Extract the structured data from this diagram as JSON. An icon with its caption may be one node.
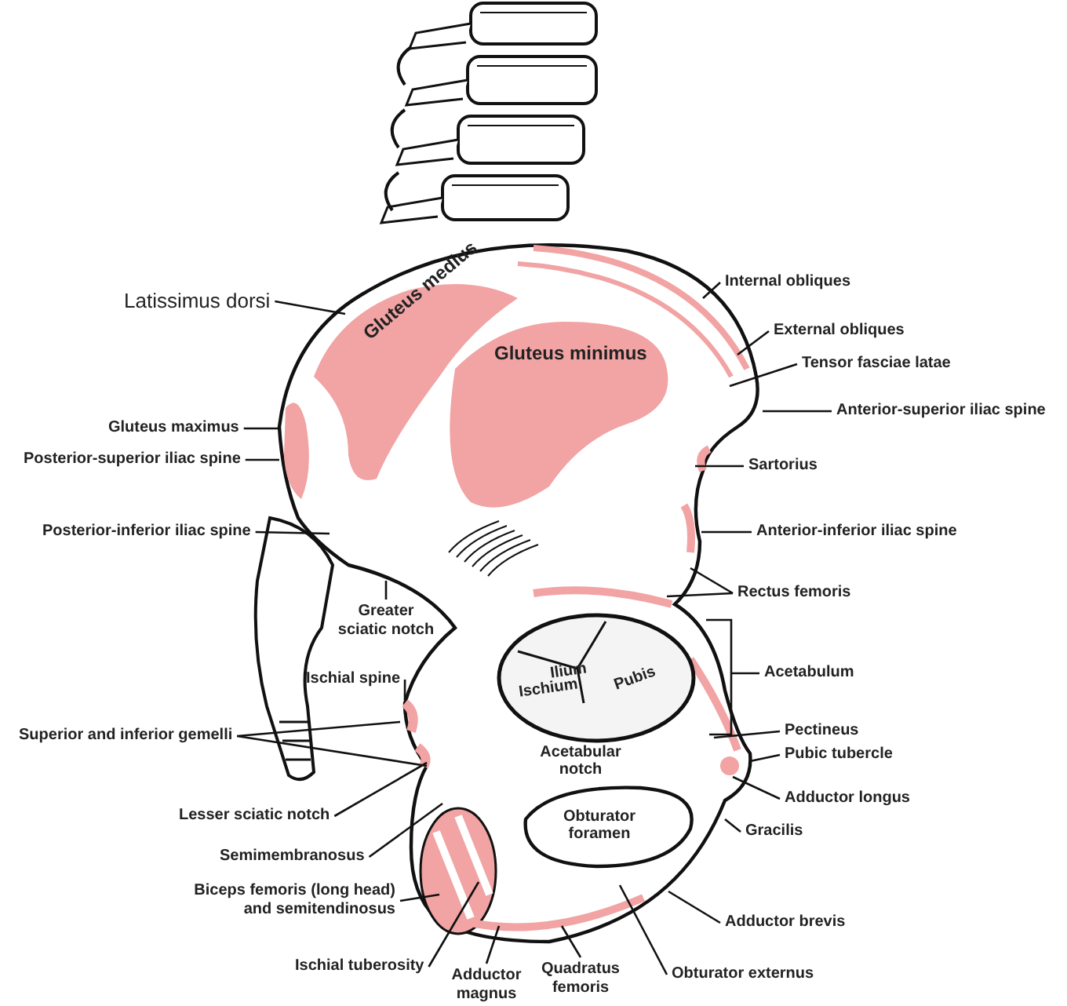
{
  "diagram": {
    "nodes": [
      {
        "text": [
          "Latissimus dorsi"
        ]
      },
      {
        "text": [
          "Internal obliques"
        ]
      },
      {
        "text": [
          "External obliques"
        ]
      },
      {
        "text": [
          "Tensor fasciae latae"
        ]
      },
      {
        "text": [
          "Anterior-superior iliac spine"
        ]
      },
      {
        "text": [
          "Gluteus maximus"
        ]
      },
      {
        "text": [
          "Posterior-superior iliac spine"
        ]
      },
      {
        "text": [
          "Sartorius"
        ]
      },
      {
        "text": [
          "Posterior-inferior iliac spine"
        ]
      },
      {
        "text": [
          "Anterior-inferior iliac spine"
        ]
      },
      {
        "text": [
          "Rectus femoris"
        ]
      },
      {
        "text": [
          "Greater sciatic notch"
        ]
      },
      {
        "text": [
          "Acetabulum"
        ]
      },
      {
        "text": [
          "Ischial spine"
        ]
      },
      {
        "text": [
          "Pectineus"
        ]
      },
      {
        "text": [
          "Superior and inferior gemelli"
        ]
      },
      {
        "text": [
          "Pubic tubercle"
        ]
      },
      {
        "text": [
          "Adductor longus"
        ]
      },
      {
        "text": [
          "Lesser sciatic notch"
        ]
      },
      {
        "text": [
          "Gracilis"
        ]
      },
      {
        "text": [
          "Semimembranosus"
        ]
      },
      {
        "text": [
          "Biceps femoris (long head) and semitendinosus"
        ]
      },
      {
        "text": [
          "Adductor brevis"
        ]
      },
      {
        "text": [
          "Quadratus femoris"
        ]
      },
      {
        "text": [
          "Ischial tuberosity"
        ]
      },
      {
        "text": [
          "Obturator externus"
        ]
      },
      {
        "text": [
          "Adductor magnus"
        ]
      }
    ],
    "edges": [
      {
        "from": 0,
        "to": null,
        "arrow": "none"
      },
      {
        "from": 1,
        "to": null,
        "arrow": "none"
      },
      {
        "from": 2,
        "to": null,
        "arrow": "none"
      },
      {
        "from": 3,
        "to": null,
        "arrow": "none"
      },
      {
        "from": 4,
        "to": null,
        "arrow": "none"
      },
      {
        "from": 5,
        "to": null,
        "arrow": "none"
      },
      {
        "from": 6,
        "to": null,
        "arrow": "none"
      },
      {
        "from": 7,
        "to": null,
        "arrow": "none"
      },
      {
        "from": 8,
        "to": null,
        "arrow": "none"
      },
      {
        "from": 9,
        "to": null,
        "arrow": "none"
      },
      {
        "from": 10,
        "to": null,
        "arrow": "none"
      },
      {
        "from": 10,
        "to": null,
        "arrow": "none"
      },
      {
        "from": 11,
        "to": null,
        "arrow": "none"
      },
      {
        "from": 12,
        "to": null,
        "arrow": "none"
      },
      {
        "from": 13,
        "to": null,
        "arrow": "none"
      },
      {
        "from": 14,
        "to": null,
        "arrow": "none"
      },
      {
        "from": 15,
        "to": null,
        "arrow": "none"
      },
      {
        "from": 15,
        "to": null,
        "arrow": "none"
      },
      {
        "from": 16,
        "to": null,
        "arrow": "none"
      },
      {
        "from": 17,
        "to": null,
        "arrow": "none"
      },
      {
        "from": 18,
        "to": null,
        "arrow": "none"
      },
      {
        "from": 19,
        "to": null,
        "arrow": "none"
      },
      {
        "from": 20,
        "to": null,
        "arrow": "none"
      },
      {
        "from": 21,
        "to": null,
        "arrow": "none"
      },
      {
        "from": 22,
        "to": null,
        "arrow": "none"
      },
      {
        "from": 23,
        "to": null,
        "arrow": "none"
      },
      {
        "from": 24,
        "to": null,
        "arrow": "none"
      },
      {
        "from": 25,
        "to": null,
        "arrow": "none"
      },
      {
        "from": 26,
        "to": null,
        "arrow": "none"
      }
    ],
    "labels": [
      "Gluteus medius",
      "Gluteus minimus",
      "Ilium",
      "Ischium",
      "Pubis",
      "Acetabular notch",
      "Obturator foramen"
    ]
  }
}
